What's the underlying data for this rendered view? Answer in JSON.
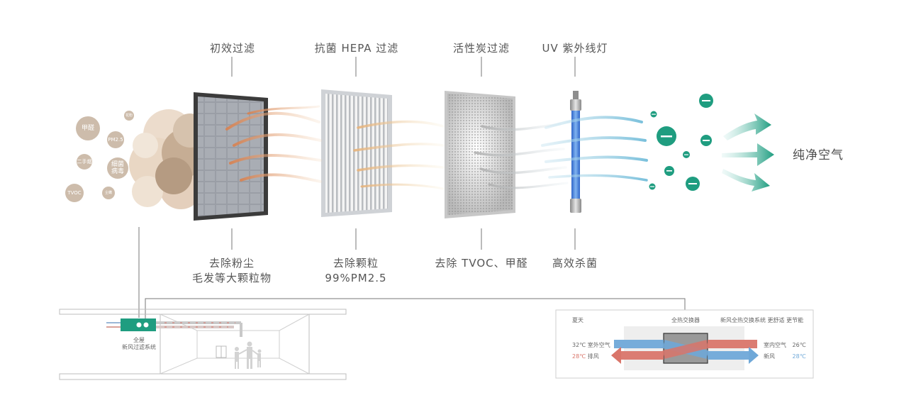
{
  "stages": [
    {
      "top_label": "初效过滤",
      "bottom_line1": "去除粉尘",
      "bottom_line2": "毛发等大颗粒物"
    },
    {
      "top_label": "抗菌 HEPA 过滤",
      "bottom_line1": "去除颗粒",
      "bottom_line2": "99%PM2.5"
    },
    {
      "top_label": "活性炭过滤",
      "bottom_line1": "去除 TVOC、甲醛",
      "bottom_line2": ""
    },
    {
      "top_label": "UV 紫外线灯",
      "bottom_line1": "高效杀菌",
      "bottom_line2": ""
    }
  ],
  "pollutants": [
    {
      "label": "甲醛"
    },
    {
      "label": "PM2.5"
    },
    {
      "label": "二手烟"
    },
    {
      "label": "细菌\n病毒"
    },
    {
      "label": "TVOC"
    },
    {
      "label": "花粉"
    },
    {
      "label": "尘螨"
    }
  ],
  "clean_air_label": "纯净空气",
  "house": {
    "system_label_line1": "全屋",
    "system_label_line2": "新风过滤系统"
  },
  "exchanger": {
    "season": "夏天",
    "title": "全热交换器",
    "tagline": "新风全热交换系统 更舒适 更节能",
    "outdoor_temp": "32℃",
    "outdoor_label": "室外空气",
    "exhaust_temp": "28℃",
    "exhaust_label": "排风",
    "indoor_label": "室内空气",
    "indoor_temp": "26℃",
    "fresh_label": "新风",
    "fresh_temp": "28℃"
  },
  "colors": {
    "accent_green": "#1f9d80",
    "warm_flow": "#d98a5a",
    "cold_flow": "#6ab0d8",
    "dust": "#cdbcab",
    "hot_arrow": "#d9756a",
    "cool_arrow": "#6fa8d8"
  }
}
